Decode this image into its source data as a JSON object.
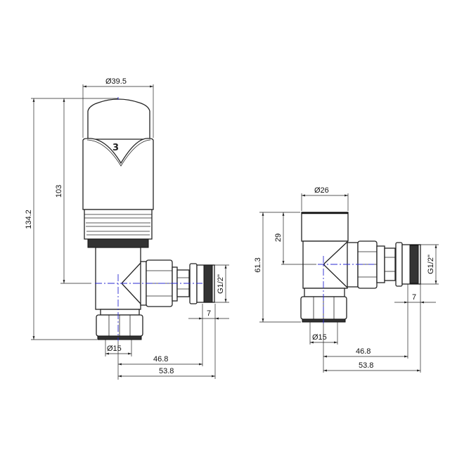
{
  "drawing": {
    "title": "Thermostatic radiator valve and lockshield - dimensions",
    "left_valve": {
      "logo_mark": "3",
      "dimensions": {
        "head_diameter": "Ø39.5",
        "total_height": "134.2",
        "center_height": "103",
        "pipe_diameter": "Ø15",
        "tail_offset": "46.8",
        "overall_width": "53.8",
        "thread_length": "7",
        "thread_size": "G1/2\""
      }
    },
    "right_valve": {
      "dimensions": {
        "cap_diameter": "Ø26",
        "total_height": "61.3",
        "center_height": "29",
        "pipe_diameter": "Ø15",
        "tail_offset": "46.8",
        "overall_width": "53.8",
        "thread_length": "7",
        "thread_size": "G1/2\""
      }
    },
    "colors": {
      "line": "#222222",
      "centerline": "#2a2ad0"
    }
  }
}
